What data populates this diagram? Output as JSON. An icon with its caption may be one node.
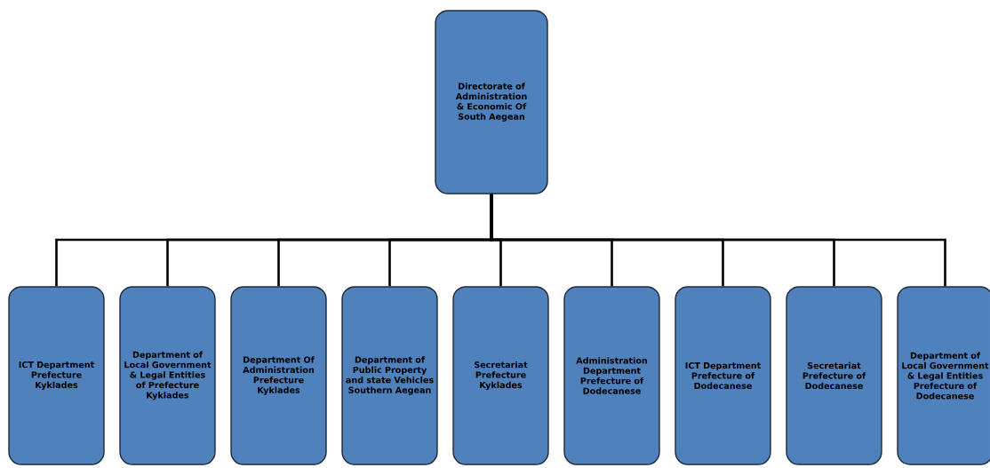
{
  "diagram": {
    "nodes": [
      {
        "text": [
          "Directorate of Administration & Economic Of South Aegean"
        ]
      },
      {
        "text": [
          "ICT Department Prefecture Kyklades"
        ]
      },
      {
        "text": [
          "Department of Local Government & Legal Entities of Prefecture Kyklades"
        ]
      },
      {
        "text": [
          "Department Of Administration Prefecture Kyklades"
        ]
      },
      {
        "text": [
          "Department of Public Property and state Vehicles Southern Aegean"
        ]
      },
      {
        "text": [
          "Secretariat Prefecture Kyklades"
        ]
      },
      {
        "text": [
          "Administration Department Prefecture of Dodecanese"
        ]
      },
      {
        "text": [
          "ICT Department Prefecture of Dodecanese"
        ]
      },
      {
        "text": [
          "Secretariat Prefecture of Dodecanese"
        ]
      },
      {
        "text": [
          "Department of Local Government & Legal Entities Prefecture of Dodecanese"
        ]
      }
    ],
    "edges": [
      {
        "from": 0,
        "to": 1,
        "arrow": "none"
      },
      {
        "from": 0,
        "to": 2,
        "arrow": "none"
      },
      {
        "from": 0,
        "to": 3,
        "arrow": "none"
      },
      {
        "from": 0,
        "to": 4,
        "arrow": "none"
      },
      {
        "from": 0,
        "to": 5,
        "arrow": "none"
      },
      {
        "from": 0,
        "to": 6,
        "arrow": "none"
      },
      {
        "from": 0,
        "to": 7,
        "arrow": "none"
      },
      {
        "from": 0,
        "to": 8,
        "arrow": "none"
      },
      {
        "from": 0,
        "to": 9,
        "arrow": "none"
      }
    ]
  }
}
